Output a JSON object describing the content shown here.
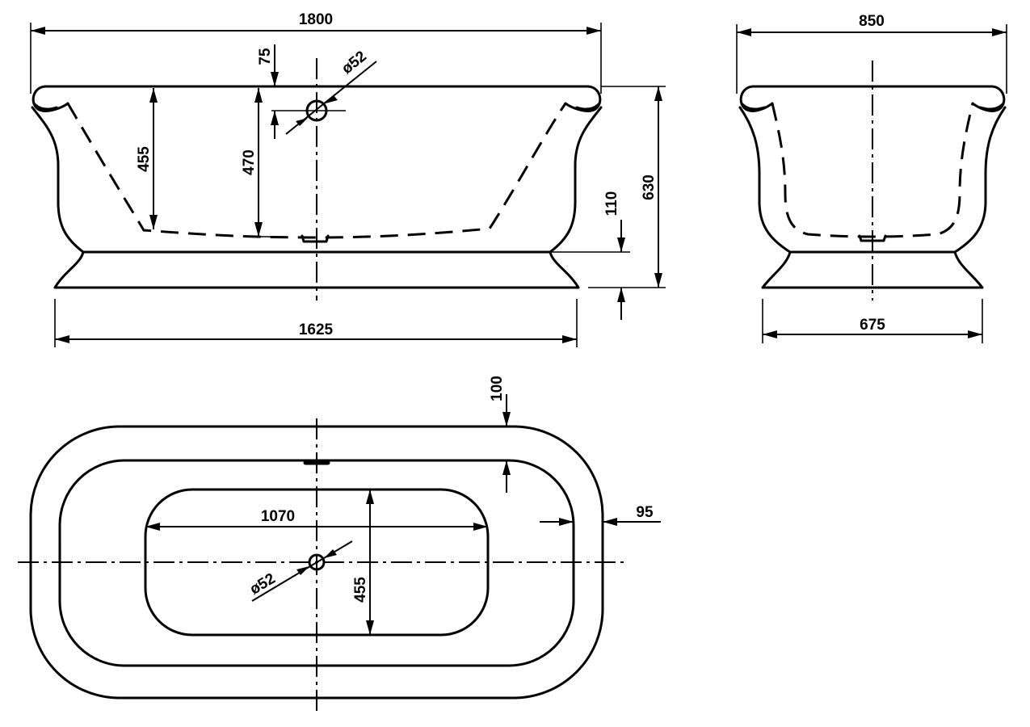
{
  "front_view": {
    "overall_length": "1800",
    "base_length": "1625",
    "waste_offset": "75",
    "waste_diameter": "ø52",
    "inner_depth_side": "455",
    "inner_depth_center": "470",
    "plinth_height": "110",
    "overall_height": "630"
  },
  "side_view": {
    "overall_width": "850",
    "base_width": "675"
  },
  "plan_view": {
    "rim_width_end": "100",
    "rim_width_side": "95",
    "basin_length": "1070",
    "basin_width": "455",
    "waste_diameter": "ø52"
  }
}
